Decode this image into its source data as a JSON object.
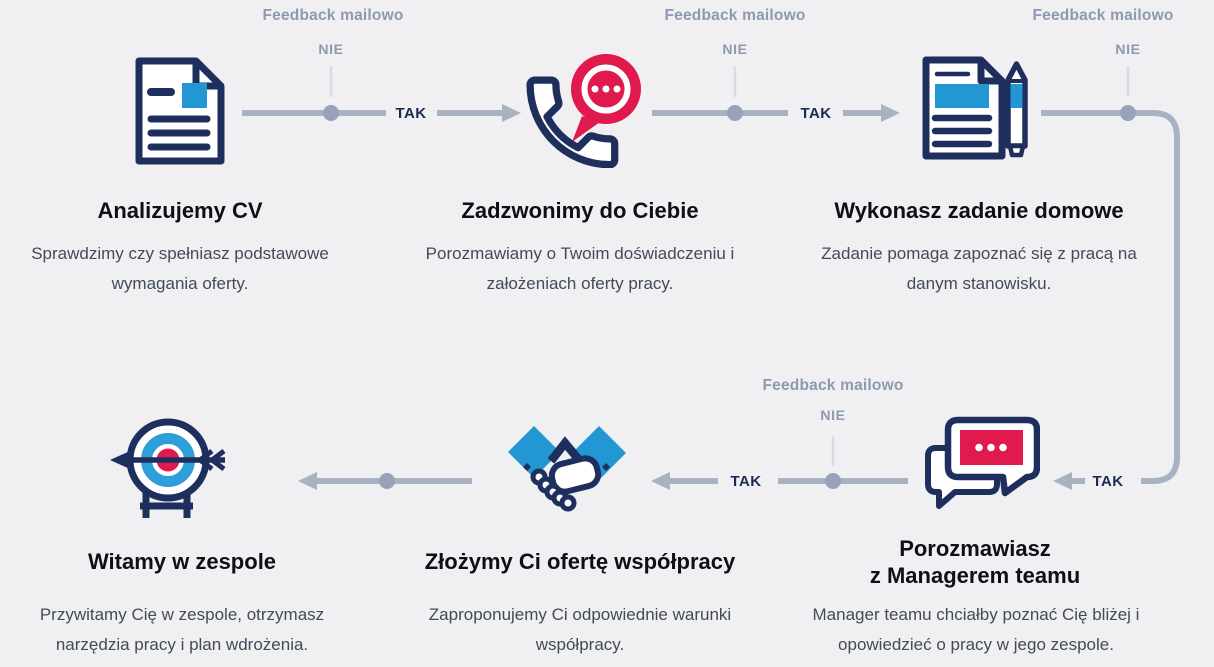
{
  "diagram": {
    "kind": "recruitment-process-flow",
    "labels": {
      "feedback": "Feedback mailowo",
      "no": "NIE",
      "yes": "TAK"
    },
    "colors": {
      "background": "#f0f0f2",
      "navy": "#1e2f5d",
      "blue": "#2397d4",
      "crimson": "#e01a4d",
      "connector": "#a8b2c3",
      "node": "#96a3b8",
      "branch_line": "#d9dce1",
      "muted_label": "#8c99b1",
      "yes_label": "#1b2a52",
      "title": "#0d1015",
      "description": "#414b5a"
    },
    "steps": [
      {
        "icon": "cv-document-icon",
        "title": "Analizujemy CV",
        "description": "Sprawdzimy czy spełniasz podstawowe wymagania oferty."
      },
      {
        "icon": "phone-chat-icon",
        "title": "Zadzwonimy do Ciebie",
        "description": "Porozmawiamy o Twoim doświadczeniu i założeniach oferty pracy."
      },
      {
        "icon": "document-pen-icon",
        "title": "Wykonasz zadanie domowe",
        "description": "Zadanie pomaga zapoznać się z pracą na danym stanowisku."
      },
      {
        "icon": "chat-bubbles-icon",
        "title": "Porozmawiasz",
        "title_line2": "z Managerem teamu",
        "description": "Manager teamu chciałby poznać Cię bliżej i opowiedzieć o pracy w jego zespole."
      },
      {
        "icon": "handshake-icon",
        "title": "Złożymy Ci ofertę współpracy",
        "description": "Zaproponujemy Ci odpowiednie warunki współpracy."
      },
      {
        "icon": "target-icon",
        "title": "Witamy w zespole",
        "description": "Przywitamy Cię w zespole, otrzymasz narzędzia pracy i plan wdrożenia."
      }
    ]
  }
}
